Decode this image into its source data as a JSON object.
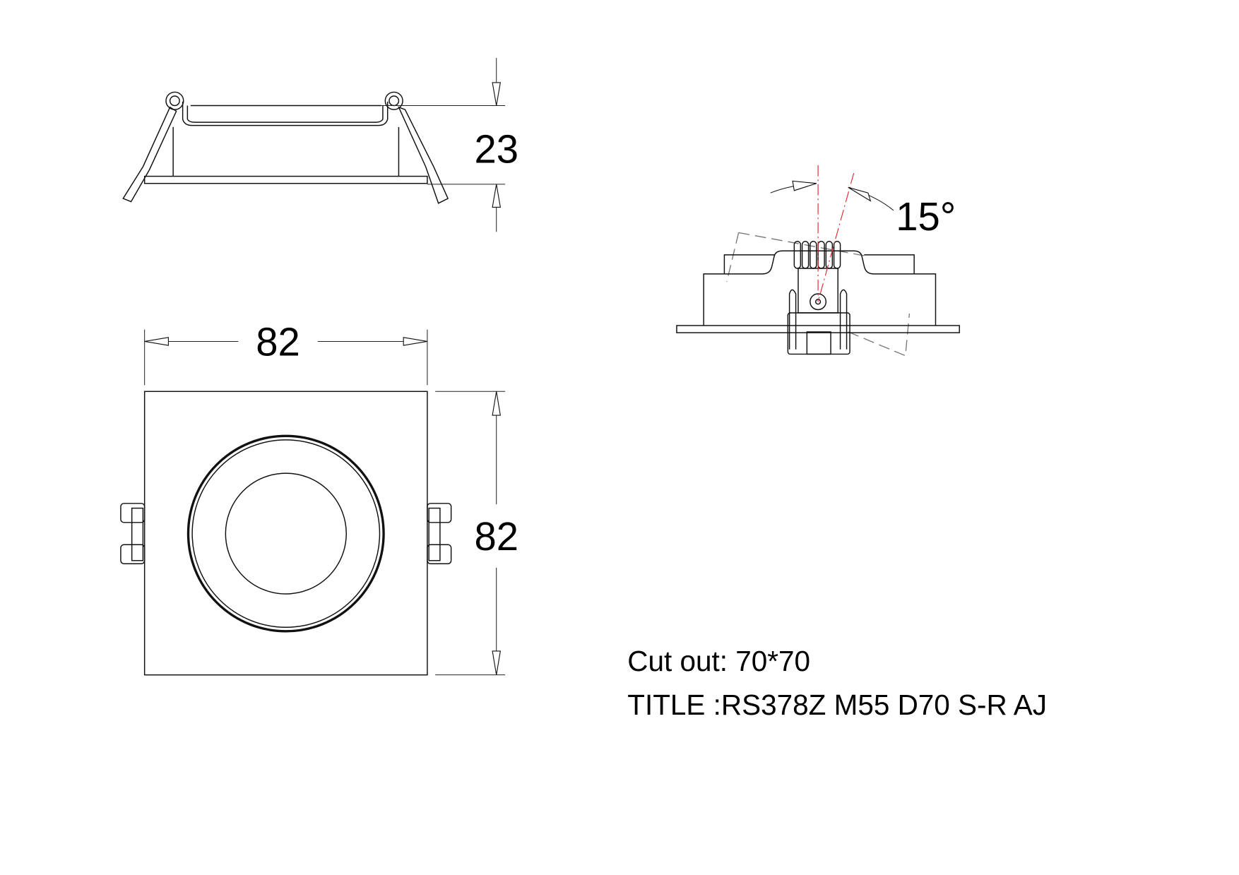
{
  "drawing": {
    "side_view": {
      "height_dimension": "23"
    },
    "top_view": {
      "width_dimension": "82",
      "depth_dimension": "82"
    },
    "tilt_view": {
      "tilt_angle": "15°"
    },
    "notes": {
      "cut_out": "Cut out: 70*70",
      "title": "TITLE :RS378Z M55 D70 S-R AJ"
    },
    "colors": {
      "line": "#111111",
      "axis": "#e0242a",
      "hidden": "#777777"
    }
  }
}
